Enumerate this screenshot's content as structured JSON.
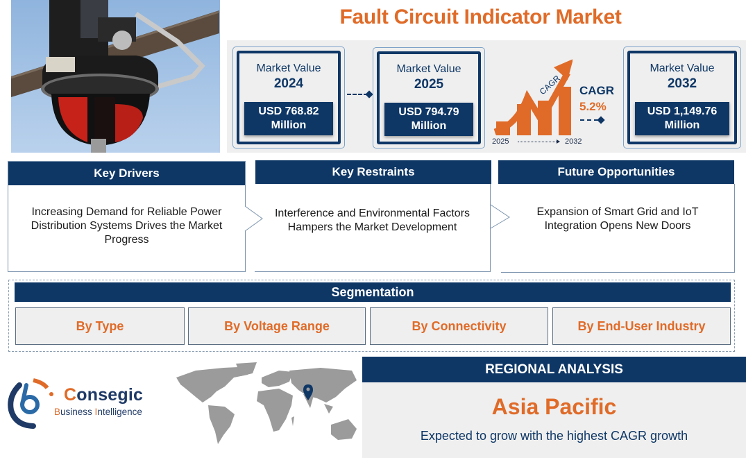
{
  "title": "Fault Circuit Indicator Market",
  "image": {
    "alt": "Fault circuit indicator mounted on overhead power line"
  },
  "market_values": [
    {
      "label": "Market Value",
      "year": "2024",
      "value_line1": "USD 768.82",
      "value_line2": "Million"
    },
    {
      "label": "Market Value",
      "year": "2025",
      "value_line1": "USD 794.79",
      "value_line2": "Million"
    },
    {
      "label": "Market Value",
      "year": "2032",
      "value_line1": "USD 1,149.76",
      "value_line2": "Million"
    }
  ],
  "cagr": {
    "arrow_label": "CAGR",
    "title": "CAGR",
    "value": "5.2%",
    "start_year": "2025",
    "end_year": "2032"
  },
  "key_sections": [
    {
      "heading": "Key Drivers",
      "text": "Increasing Demand for Reliable Power Distribution Systems Drives the Market Progress"
    },
    {
      "heading": "Key Restraints",
      "text": "Interference and Environmental Factors Hampers the Market Development"
    },
    {
      "heading": "Future Opportunities",
      "text": "Expansion of Smart Grid and IoT Integration Opens New Doors"
    }
  ],
  "segmentation": {
    "heading": "Segmentation",
    "items": [
      "By Type",
      "By Voltage Range",
      "By Connectivity",
      "By End-User Industry"
    ]
  },
  "logo": {
    "name_first_letter": "C",
    "name_rest": "onsegic",
    "tagline_b": "B",
    "tagline_usiness": "usiness ",
    "tagline_i": "I",
    "tagline_ntelligence": "ntelligence"
  },
  "regional": {
    "heading": "REGIONAL ANALYSIS",
    "region": "Asia Pacific",
    "description": "Expected to grow with the highest CAGR growth"
  },
  "colors": {
    "navy": "#0e3766",
    "orange": "#e06b28",
    "panel_gray": "#efefef",
    "map_gray": "#9b9b9b"
  }
}
